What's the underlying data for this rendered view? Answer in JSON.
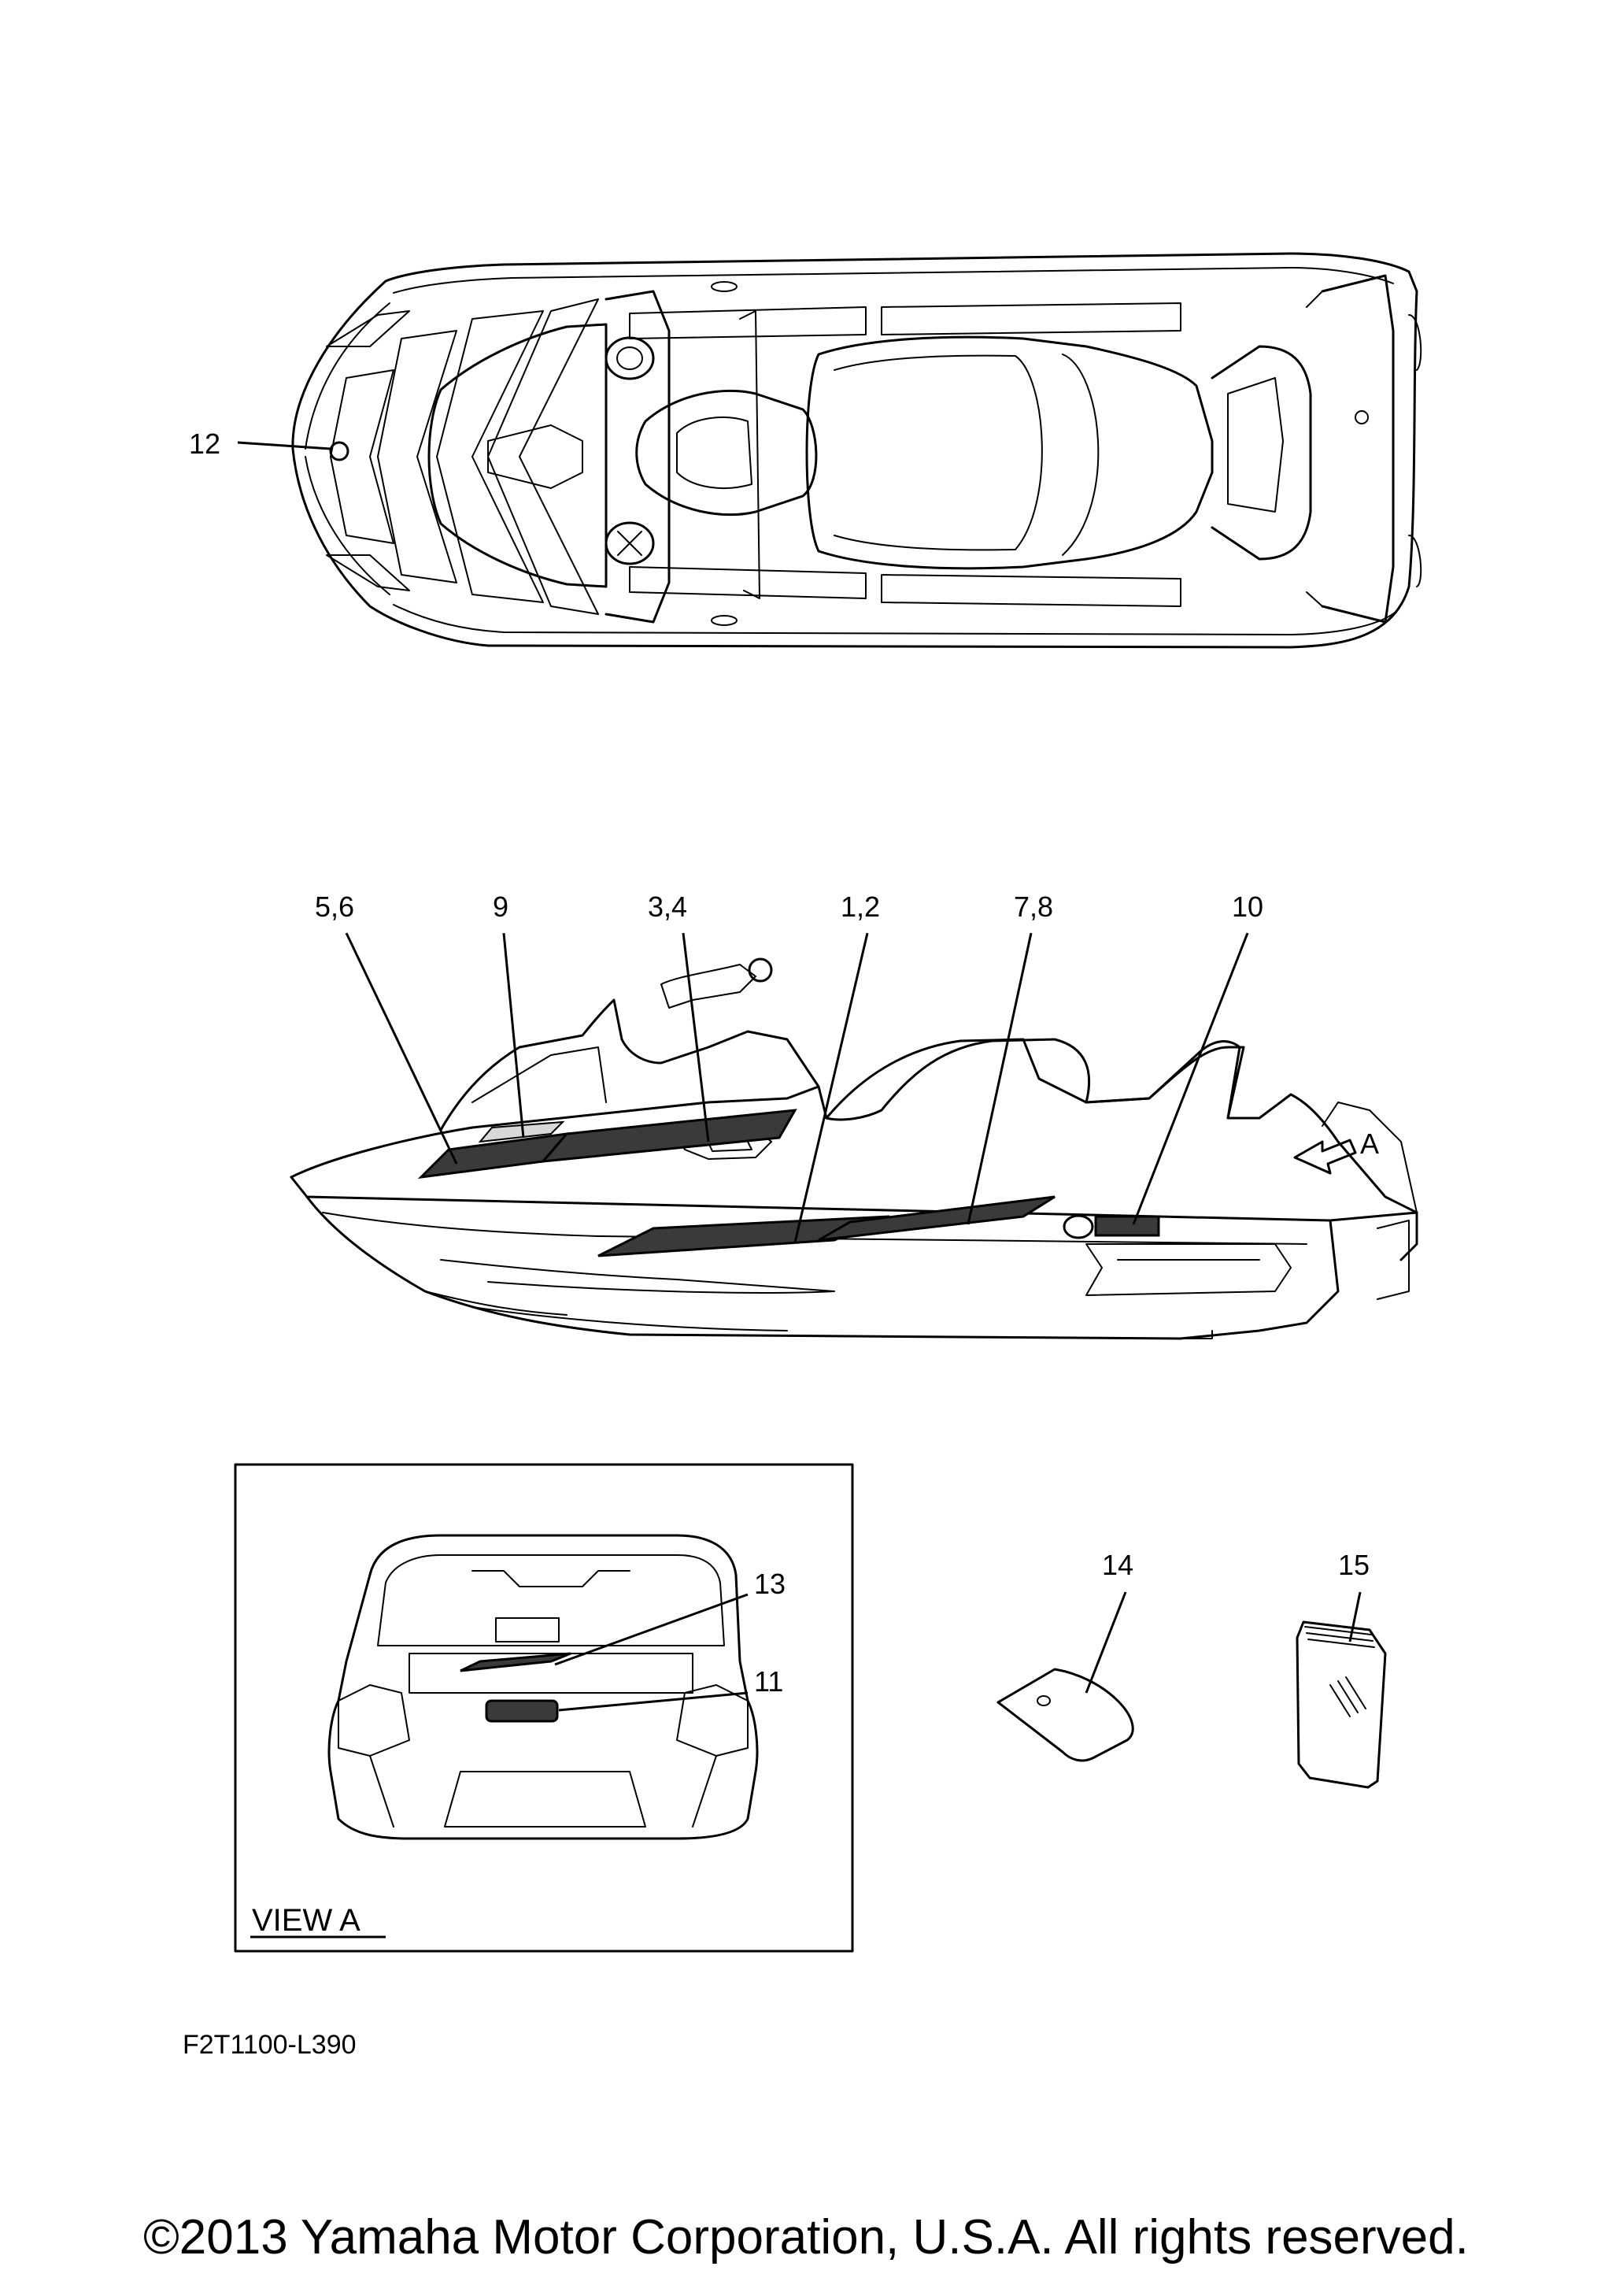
{
  "callouts": {
    "c12": "12",
    "c5_6": "5,6",
    "c9": "9",
    "c3_4": "3,4",
    "c1_2": "1,2",
    "c7_8": "7,8",
    "c10": "10",
    "cA": "A",
    "c13": "13",
    "c11": "11",
    "c14": "14",
    "c15": "15"
  },
  "view_label": "VIEW A",
  "diagram_code": "F2T1100-L390",
  "copyright": "©2013 Yamaha Motor Corporation, U.S.A. All rights reserved."
}
